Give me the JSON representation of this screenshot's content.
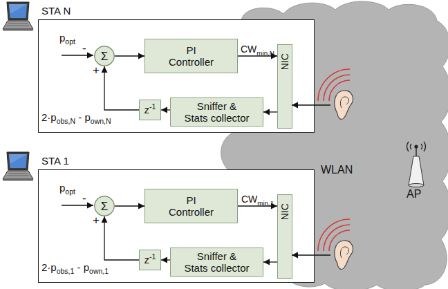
{
  "diagram": {
    "nodes": [
      {
        "text": [
          "STA N"
        ]
      },
      {
        "text": [
          "Σ"
        ],
        "in": 0
      },
      {
        "text": [
          "PI Controller"
        ],
        "in": 0
      },
      {
        "text": [
          "NIC"
        ],
        "in": 0
      },
      {
        "text": [
          "z-1"
        ],
        "in": 0
      },
      {
        "text": [
          "Sniffer & Stats collector"
        ],
        "in": 0
      },
      {
        "text": [
          "WLAN"
        ]
      },
      {
        "text": [
          "STA 1"
        ]
      },
      {
        "text": [
          "Σ"
        ],
        "in": 7
      },
      {
        "text": [
          "PI Controller"
        ],
        "in": 7
      },
      {
        "text": [
          "NIC"
        ],
        "in": 7
      },
      {
        "text": [
          "z-1"
        ],
        "in": 7
      },
      {
        "text": [
          "Sniffer & Stats collector"
        ],
        "in": 7
      }
    ],
    "edges": [
      {
        "from": 1,
        "to": 2,
        "arrow": "to"
      },
      {
        "from": 2,
        "to": 3,
        "arrow": "to",
        "label": "CWmin,N"
      },
      {
        "from": 3,
        "to": 5,
        "arrow": "to"
      },
      {
        "from": 5,
        "to": 4,
        "arrow": "to"
      },
      {
        "from": 4,
        "to": 1,
        "arrow": "to",
        "label": "2·pobs,N - pown,N"
      },
      {
        "from": 8,
        "to": 9,
        "arrow": "to"
      },
      {
        "from": 9,
        "to": 10,
        "arrow": "to",
        "label": "CWmin,1"
      },
      {
        "from": 10,
        "to": 12,
        "arrow": "to"
      },
      {
        "from": 12,
        "to": 11,
        "arrow": "to"
      },
      {
        "from": 11,
        "to": 8,
        "arrow": "to",
        "label": "2·pobs,1 - pown,1"
      }
    ],
    "labels": [
      "popt",
      "-",
      "+",
      "AP",
      "popt",
      "-",
      "+"
    ]
  }
}
